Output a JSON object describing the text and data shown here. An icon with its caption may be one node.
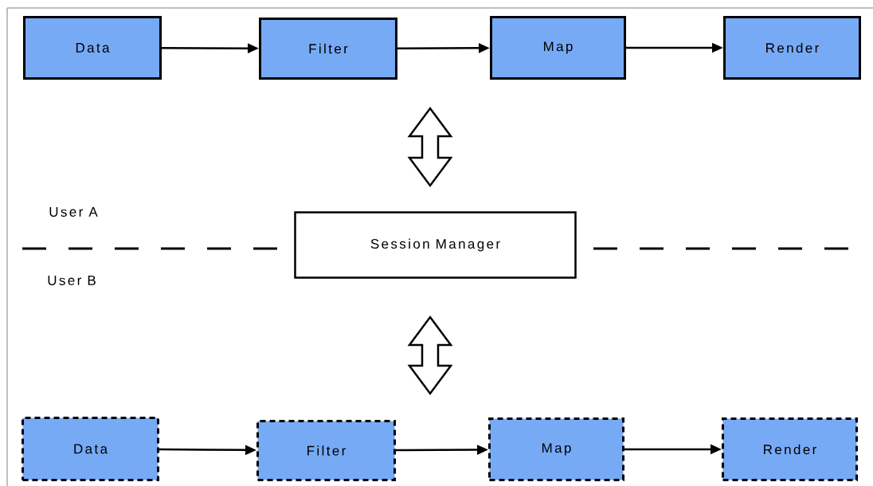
{
  "diagram": {
    "nodes": [
      {
        "text": [
          "Data"
        ]
      },
      {
        "text": [
          "Filter"
        ]
      },
      {
        "text": [
          "Map"
        ]
      },
      {
        "text": [
          "Render"
        ]
      },
      {
        "text": [
          "Data"
        ]
      },
      {
        "text": [
          "Filter"
        ]
      },
      {
        "text": [
          "Map"
        ]
      },
      {
        "text": [
          "Render"
        ]
      },
      {
        "text": [
          "Session Manager"
        ]
      }
    ],
    "edges": [
      {
        "from": 0,
        "to": 1,
        "arrow": "to"
      },
      {
        "from": 1,
        "to": 2,
        "arrow": "to"
      },
      {
        "from": 2,
        "to": 3,
        "arrow": "to"
      },
      {
        "from": 4,
        "to": 5,
        "arrow": "to"
      },
      {
        "from": 5,
        "to": 6,
        "arrow": "to"
      },
      {
        "from": 6,
        "to": 7,
        "arrow": "to"
      }
    ],
    "labels": [
      "User A",
      "User B"
    ]
  }
}
